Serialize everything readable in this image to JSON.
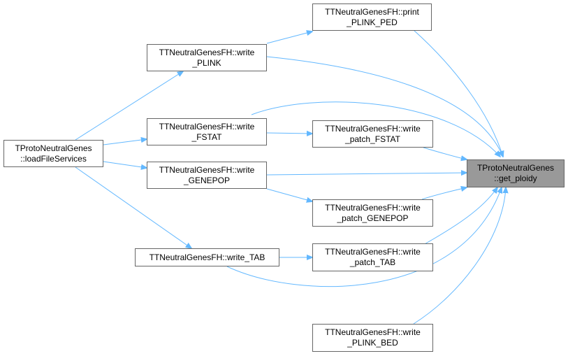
{
  "diagram": {
    "nodes": {
      "print_plink_ped": {
        "line1": "TTNeutralGenesFH::print",
        "line2": "_PLINK_PED"
      },
      "write_plink": {
        "line1": "TTNeutralGenesFH::write",
        "line2": "_PLINK"
      },
      "write_fstat": {
        "line1": "TTNeutralGenesFH::write",
        "line2": "_FSTAT"
      },
      "write_patch_fstat": {
        "line1": "TTNeutralGenesFH::write",
        "line2": "_patch_FSTAT"
      },
      "load_file_services": {
        "line1": "TProtoNeutralGenes",
        "line2": "::loadFileServices"
      },
      "write_genepop": {
        "line1": "TTNeutralGenesFH::write",
        "line2": "_GENEPOP"
      },
      "get_ploidy": {
        "line1": "TProtoNeutralGenes",
        "line2": "::get_ploidy"
      },
      "write_patch_genepop": {
        "line1": "TTNeutralGenesFH::write",
        "line2": "_patch_GENEPOP"
      },
      "write_tab": {
        "line1": "TTNeutralGenesFH::write_TAB"
      },
      "write_patch_tab": {
        "line1": "TTNeutralGenesFH::write",
        "line2": "_patch_TAB"
      },
      "write_plink_bed": {
        "line1": "TTNeutralGenesFH::write",
        "line2": "_PLINK_BED"
      }
    },
    "colors": {
      "edge": "#63b8ff",
      "node_border": "#666666",
      "focus_fill": "#999999"
    }
  }
}
